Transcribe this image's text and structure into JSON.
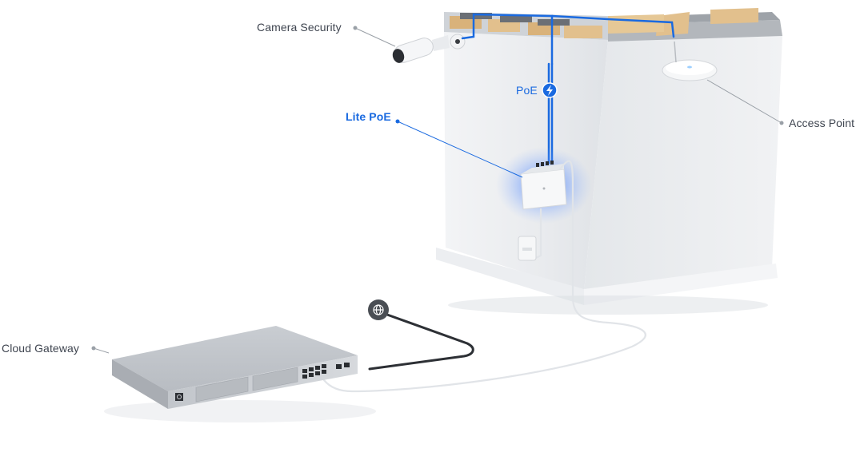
{
  "labels": {
    "camera_security": "Camera Security",
    "access_point": "Access Point",
    "lite_poe": "Lite PoE",
    "poe": "PoE",
    "cloud_gateway": "Cloud Gateway"
  },
  "icons": {
    "poe_badge": "lightning-bolt-icon",
    "internet_badge": "globe-icon"
  },
  "colors": {
    "accent_blue": "#1a6ae0",
    "label_text": "#3f4550",
    "wall": "#e9ecef",
    "wood": "#e2c08d"
  }
}
